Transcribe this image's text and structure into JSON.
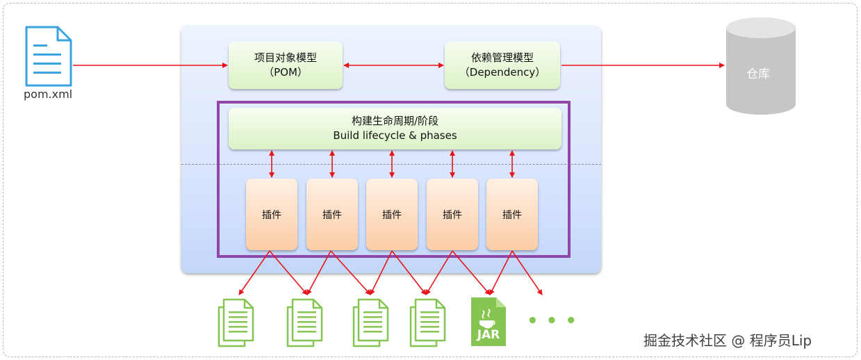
{
  "file": {
    "label": "pom.xml",
    "icon": "xml-file-icon"
  },
  "pom_model": {
    "line1": "项目对象模型",
    "line2": "（POM）"
  },
  "dependency_model": {
    "line1": "依赖管理模型",
    "line2": "（Dependency）"
  },
  "repository": {
    "label": "仓库",
    "icon": "database-icon"
  },
  "lifecycle": {
    "line1": "构建生命周期/阶段",
    "line2": "Build lifecycle & phases"
  },
  "plugins": [
    "插件",
    "插件",
    "插件",
    "插件",
    "插件"
  ],
  "outputs": [
    {
      "type": "document",
      "icon": "document-icon"
    },
    {
      "type": "document",
      "icon": "document-icon"
    },
    {
      "type": "document",
      "icon": "document-icon"
    },
    {
      "type": "document",
      "icon": "document-icon"
    },
    {
      "type": "jar",
      "label": "JAR",
      "icon": "jar-file-icon"
    },
    {
      "type": "more",
      "label": "• • •",
      "icon": "ellipsis-icon"
    }
  ],
  "watermark": "掘金技术社区 @ 程序员Lip",
  "colors": {
    "arrow": "#e8141a",
    "purple_frame": "#8f47a8",
    "output_green": "#86c552",
    "file_blue": "#3aa2e0",
    "cylinder": "#c6c6c6"
  }
}
